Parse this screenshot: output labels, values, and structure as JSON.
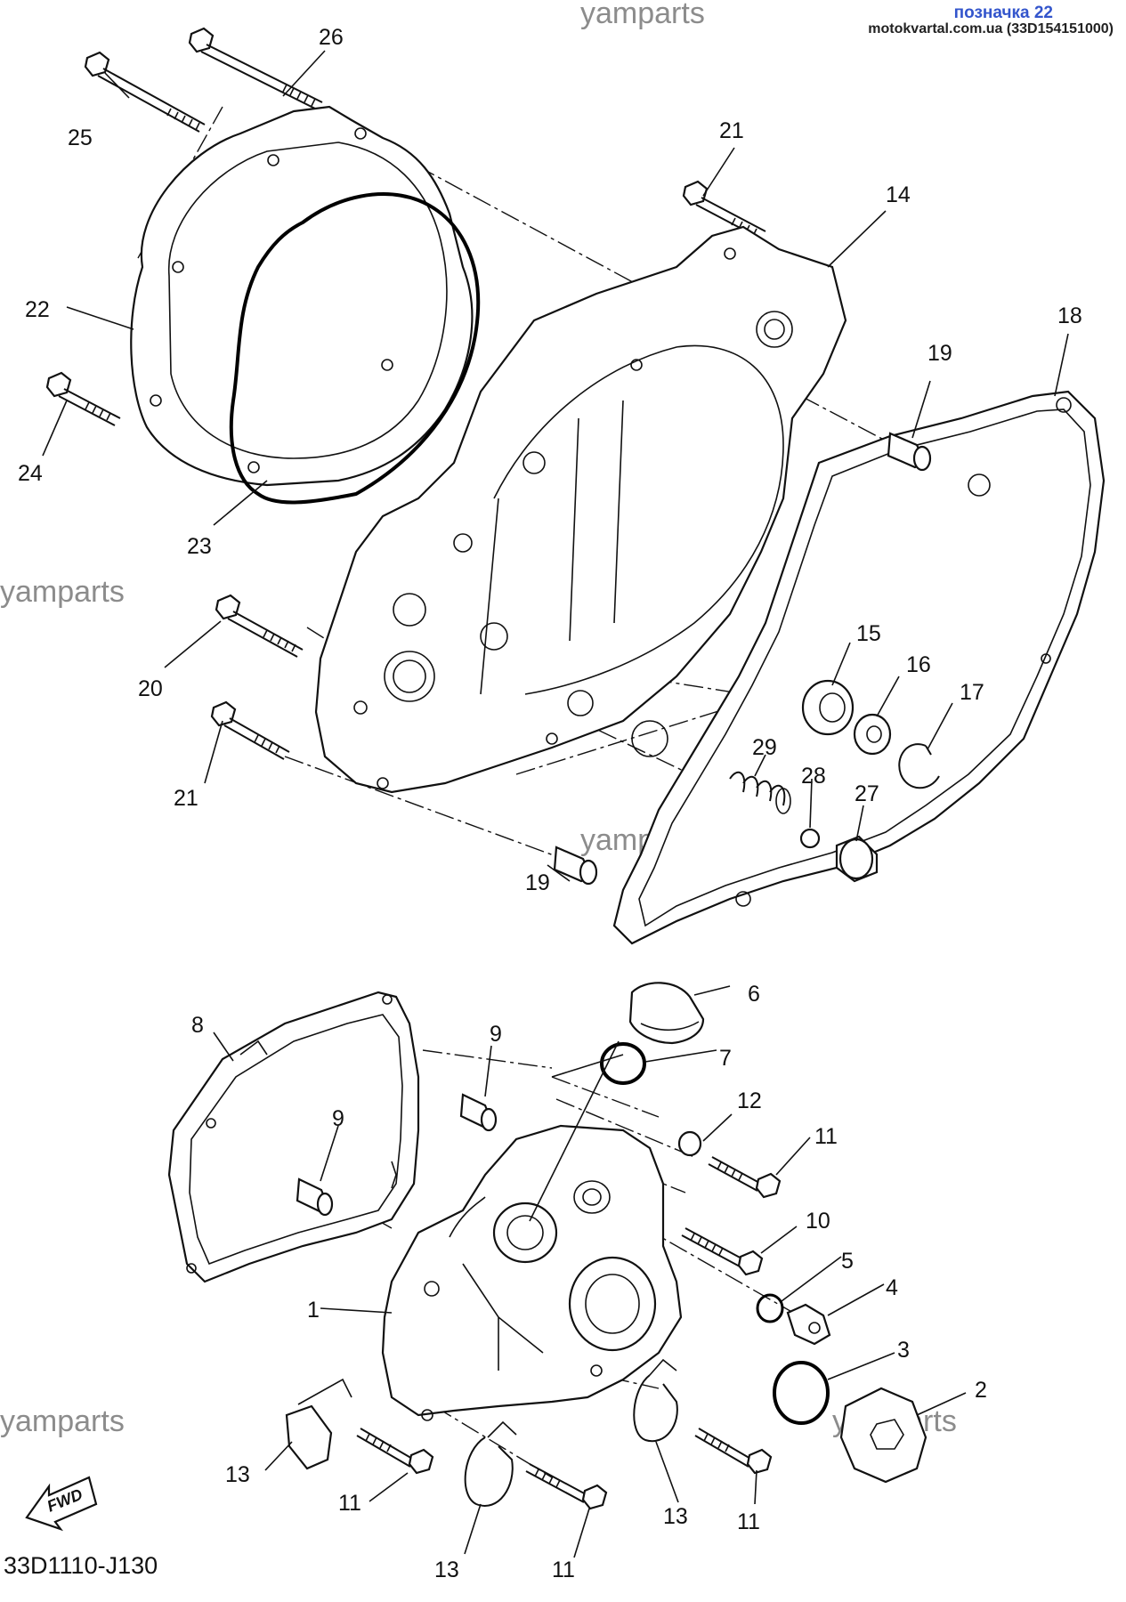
{
  "header": {
    "watermark": "yamparts",
    "link_text": "позначка 22",
    "source_text": "motokvartal.com.ua (33D154151000)"
  },
  "watermarks": [
    "yamparts",
    "yamparts",
    "yamparts",
    "yamparts",
    "yamparts"
  ],
  "diagram_code": "33D1110-J130",
  "fwd_label": "FWD",
  "callouts": [
    "26",
    "25",
    "21",
    "14",
    "22",
    "19",
    "18",
    "24",
    "23",
    "20",
    "15",
    "16",
    "17",
    "21",
    "29",
    "28",
    "27",
    "19",
    "6",
    "8",
    "9",
    "7",
    "9",
    "12",
    "11",
    "10",
    "5",
    "1",
    "4",
    "3",
    "2",
    "13",
    "11",
    "13",
    "11",
    "13",
    "11"
  ]
}
